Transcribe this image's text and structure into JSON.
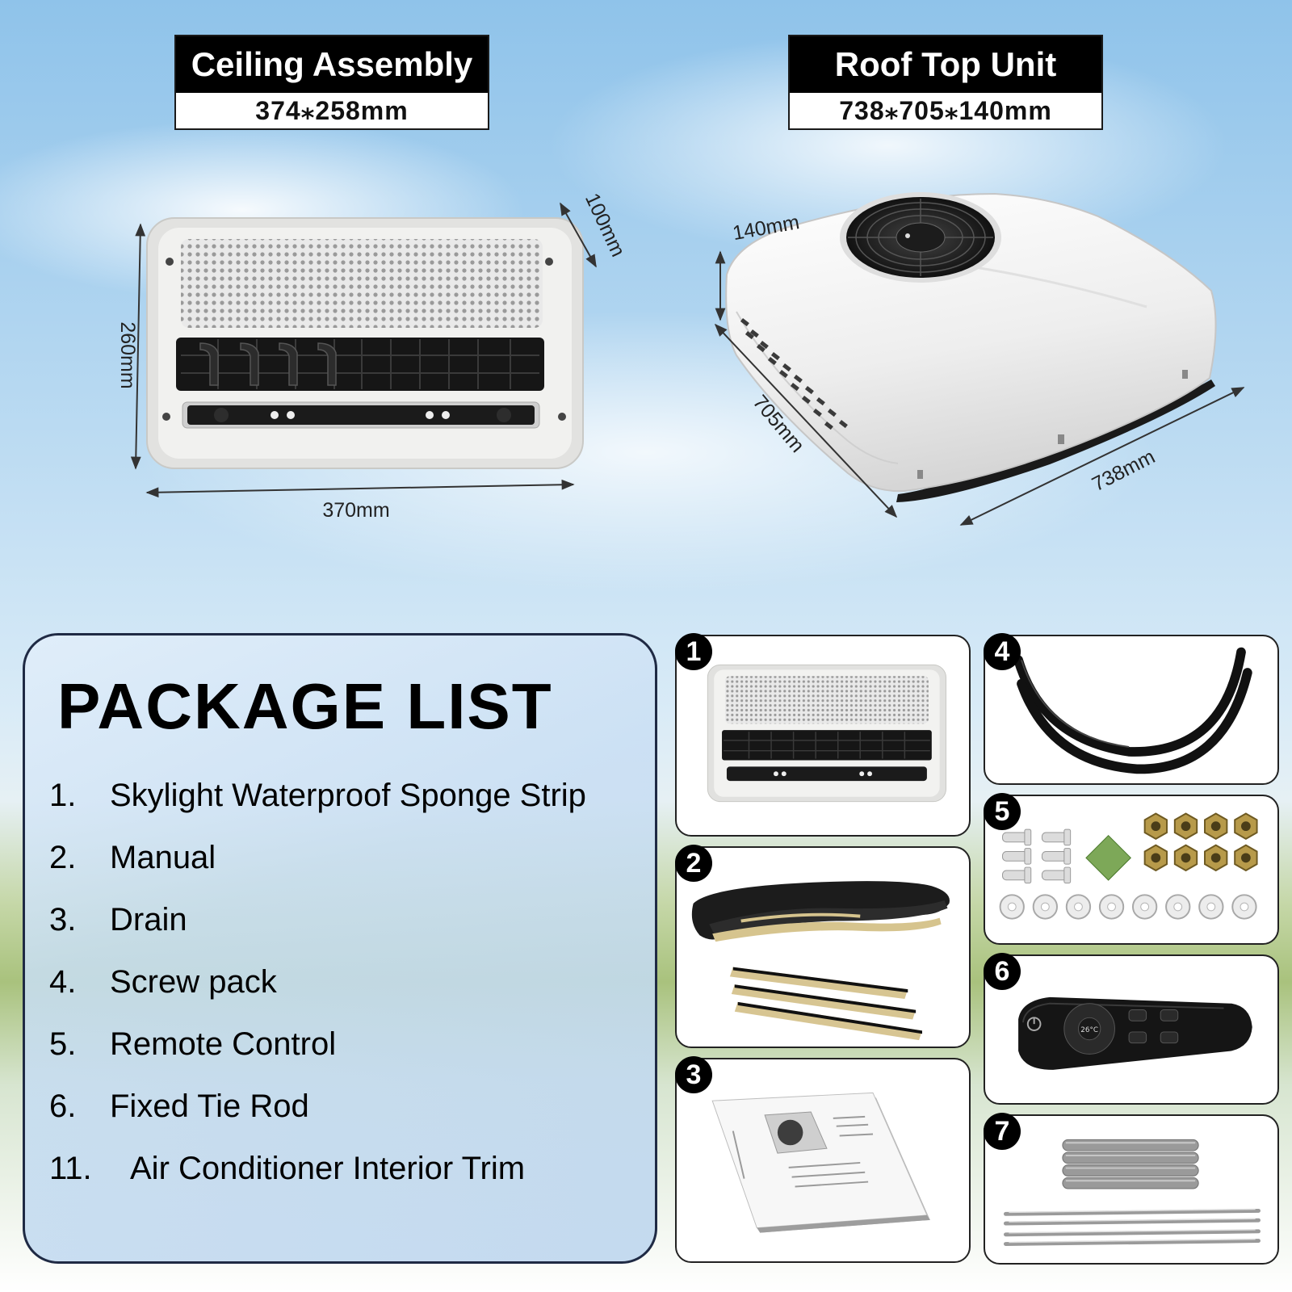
{
  "ceiling_assembly": {
    "title": "Ceiling Assembly",
    "size": "374⁎258mm",
    "height_label": "260mm",
    "depth_label": "100mm",
    "width_label": "370mm"
  },
  "roof_top_unit": {
    "title": "Roof Top Unit",
    "size": "738⁎705⁎140mm",
    "height_label": "140mm",
    "depth_label": "705mm",
    "width_label": "738mm"
  },
  "package_list": {
    "title": "PACKAGE LIST",
    "items": [
      {
        "num": "1.",
        "label": "Skylight Waterproof Sponge Strip"
      },
      {
        "num": "2.",
        "label": "Manual"
      },
      {
        "num": "3.",
        "label": "Drain"
      },
      {
        "num": "4.",
        "label": "Screw pack"
      },
      {
        "num": "5.",
        "label": "Remote Control"
      },
      {
        "num": "6.",
        "label": "Fixed Tie Rod"
      },
      {
        "num": "11.",
        "label": "Air Conditioner Interior Trim"
      }
    ]
  },
  "parts": {
    "badges": [
      "1",
      "2",
      "3",
      "4",
      "5",
      "6",
      "7"
    ],
    "remote_display": "26°C"
  }
}
